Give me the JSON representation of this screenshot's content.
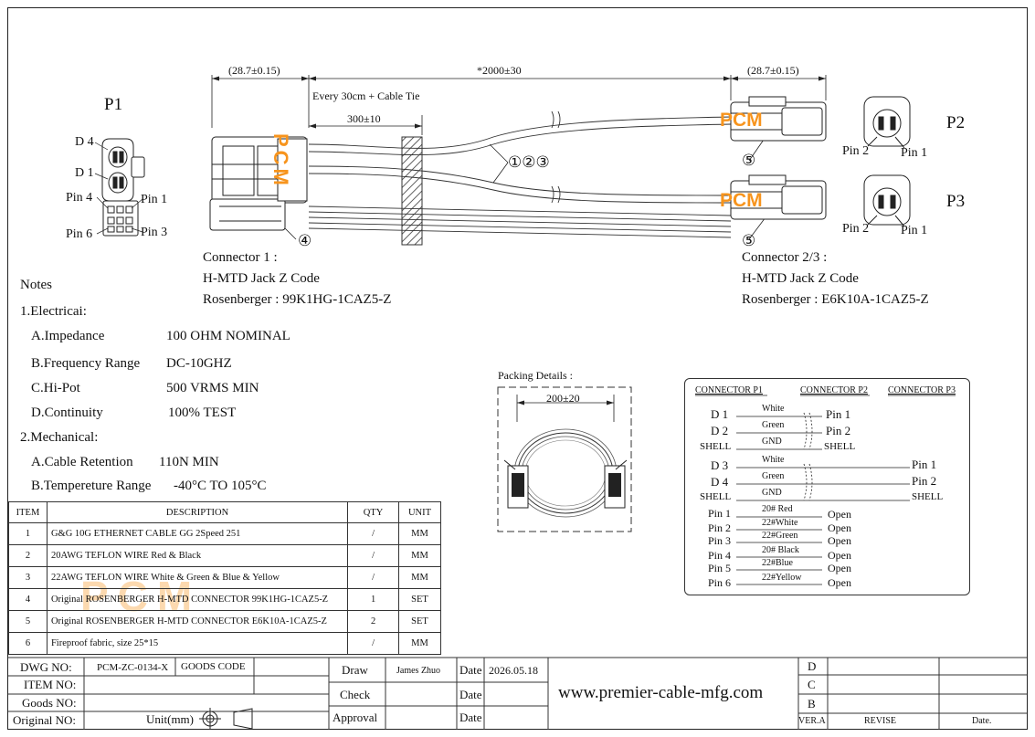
{
  "drawing": {
    "labels": {
      "p1": "P1",
      "p2": "P2",
      "p3": "P3",
      "d4": "D 4",
      "d1": "D 1",
      "pin4": "Pin 4",
      "pin1": "Pin 1",
      "pin6": "Pin 6",
      "pin3": "Pin 3",
      "p2_pin2": "Pin 2",
      "p2_pin1": "Pin 1",
      "p3_pin2": "Pin 2",
      "p3_pin1": "Pin 1"
    },
    "dimensions": {
      "left_conn": "(28.7±0.15)",
      "cable_length": "*2000±30",
      "right_conn": "(28.7±0.15)",
      "cable_tie_note": "Every 30cm + Cable Tie",
      "fabric_length": "300±10",
      "balloon_123": "①②③",
      "balloon_4": "④",
      "balloon_5a": "⑤",
      "balloon_5b": "⑤"
    },
    "connector1": {
      "line1": "Connector 1 :",
      "line2": "H-MTD Jack Z Code",
      "line3": "Rosenberger : 99K1HG-1CAZ5-Z"
    },
    "connector23": {
      "line1": "Connector 2/3 :",
      "line2": "H-MTD Jack Z Code",
      "line3": "Rosenberger : E6K10A-1CAZ5-Z"
    },
    "watermark": "PCM",
    "accent_color": "#f7941d"
  },
  "notes": {
    "title": "Notes",
    "electrical_title": "1.Electricai:",
    "electrical": [
      {
        "key": "A.Impedance",
        "value": "100 OHM NOMINAL"
      },
      {
        "key": "B.Frequency Range",
        "value": "DC-10GHZ"
      },
      {
        "key": "C.Hi-Pot",
        "value": "500 VRMS MIN"
      },
      {
        "key": "D.Continuity",
        "value": "100% TEST"
      }
    ],
    "mechanical_title": "2.Mechanical:",
    "mechanical": [
      {
        "key": "A.Cable Retention",
        "value": "110N MIN"
      },
      {
        "key": "B.Tempereture Range",
        "value": "-40°C TO 105°C"
      }
    ]
  },
  "packing": {
    "title": "Packing Details :",
    "dimension": "200±20"
  },
  "wiring": {
    "headers": [
      "CONNECTOR P1",
      "CONNECTOR P2",
      "CONNECTOR P3"
    ],
    "p2_block": {
      "left": [
        "D 1",
        "D 2",
        "SHELL"
      ],
      "wires": [
        "White",
        "Green",
        "GND"
      ],
      "right": [
        "Pin 1",
        "Pin 2",
        "SHELL"
      ]
    },
    "p3_block": {
      "left": [
        "D 3",
        "D 4",
        "SHELL"
      ],
      "wires": [
        "White",
        "Green",
        "GND"
      ],
      "right": [
        "Pin 1",
        "Pin 2",
        "SHELL"
      ]
    },
    "power_block": {
      "left": [
        "Pin 1",
        "Pin 2",
        "Pin 3",
        "Pin 4",
        "Pin 5",
        "Pin 6"
      ],
      "wires": [
        "20# Red",
        "22#White",
        "22#Green",
        "20# Black",
        "22#Blue",
        "22#Yellow"
      ],
      "right": [
        "Open",
        "Open",
        "Open",
        "Open",
        "Open",
        "Open"
      ]
    }
  },
  "bom": {
    "headers": [
      "ITEM",
      "DESCRIPTION",
      "QTY",
      "UNIT"
    ],
    "rows": [
      {
        "item": "1",
        "desc": "G&G 10G ETHERNET CABLE GG 2Speed 251",
        "qty": "/",
        "unit": "MM"
      },
      {
        "item": "2",
        "desc": "20AWG TEFLON WIRE Red & Black",
        "qty": "/",
        "unit": "MM"
      },
      {
        "item": "3",
        "desc": "22AWG TEFLON WIRE White & Green &  Blue & Yellow",
        "qty": "/",
        "unit": "MM"
      },
      {
        "item": "4",
        "desc": "Original ROSENBERGER H-MTD CONNECTOR 99K1HG-1CAZ5-Z",
        "qty": "1",
        "unit": "SET"
      },
      {
        "item": "5",
        "desc": "Original ROSENBERGER H-MTD CONNECTOR E6K10A-1CAZ5-Z",
        "qty": "2",
        "unit": "SET"
      },
      {
        "item": "6",
        "desc": "Fireproof fabric, size 25*15",
        "qty": "/",
        "unit": "MM"
      }
    ]
  },
  "title_block": {
    "dwg_no_label": "DWG NO:",
    "dwg_no": "PCM-ZC-0134-X",
    "goods_code_label": "GOODS CODE",
    "item_no_label": "ITEM NO:",
    "goods_no_label": "Goods NO:",
    "original_no_label": "Original NO:",
    "unit_label": "Unit(mm)",
    "draw_label": "Draw",
    "draw_name": "James Zhuo",
    "date_label": "Date",
    "date_value": "2026.05.18",
    "check_label": "Check",
    "approval_label": "Approval",
    "website": "www.premier-cable-mfg.com",
    "rev_rows": [
      "D",
      "C",
      "B"
    ],
    "ver_label": "VER.A",
    "revise_label": "REVISE",
    "rev_date_label": "Date."
  }
}
